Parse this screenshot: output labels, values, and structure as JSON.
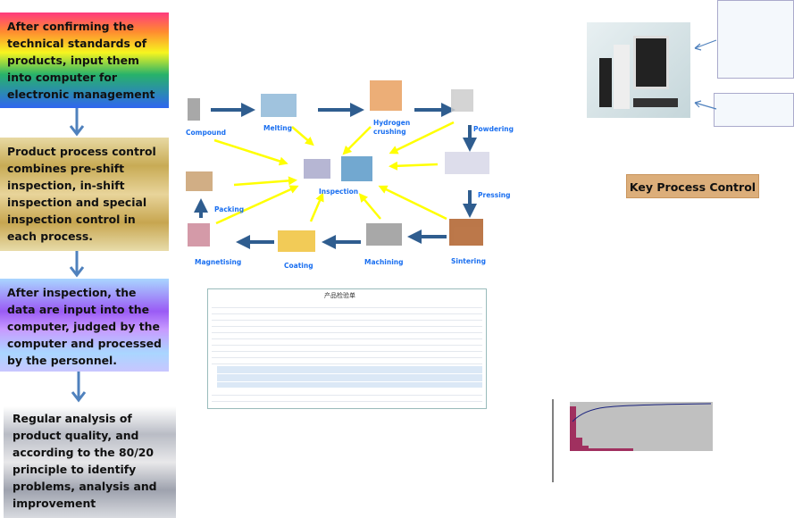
{
  "steps": [
    "After confirming the technical standards of products, input them into computer for electronic management",
    "Product process control combines pre-shift inspection, in-shift inspection and special inspection control in each process.",
    "After inspection, the data are input into the computer, judged by the computer and processed by the personnel.",
    "Regular analysis of product quality, and according to the 80/20 principle to identify problems, analysis and improvement"
  ],
  "process": {
    "compound": "Compound",
    "melting": "Melting",
    "hydrogen_crushing": "Hydrogen crushing",
    "powdering": "Powdering",
    "pressing": "Pressing",
    "sintering": "Sintering",
    "machining": "Machining",
    "coating": "Coating",
    "magnetising": "Magnetising",
    "packing": "Packing",
    "inspection": "Inspection"
  },
  "key_process_control": "Key Process Control",
  "form_title": "产品检验单",
  "colors": {
    "process_label": "#1a6ff0",
    "flow_arrow": "#2f5d8f",
    "inspect_arrow": "#ffff00",
    "step_arrow": "#4f81bd",
    "kpc_bg": "#dcae7a",
    "pareto_bar": "#a0305f"
  }
}
